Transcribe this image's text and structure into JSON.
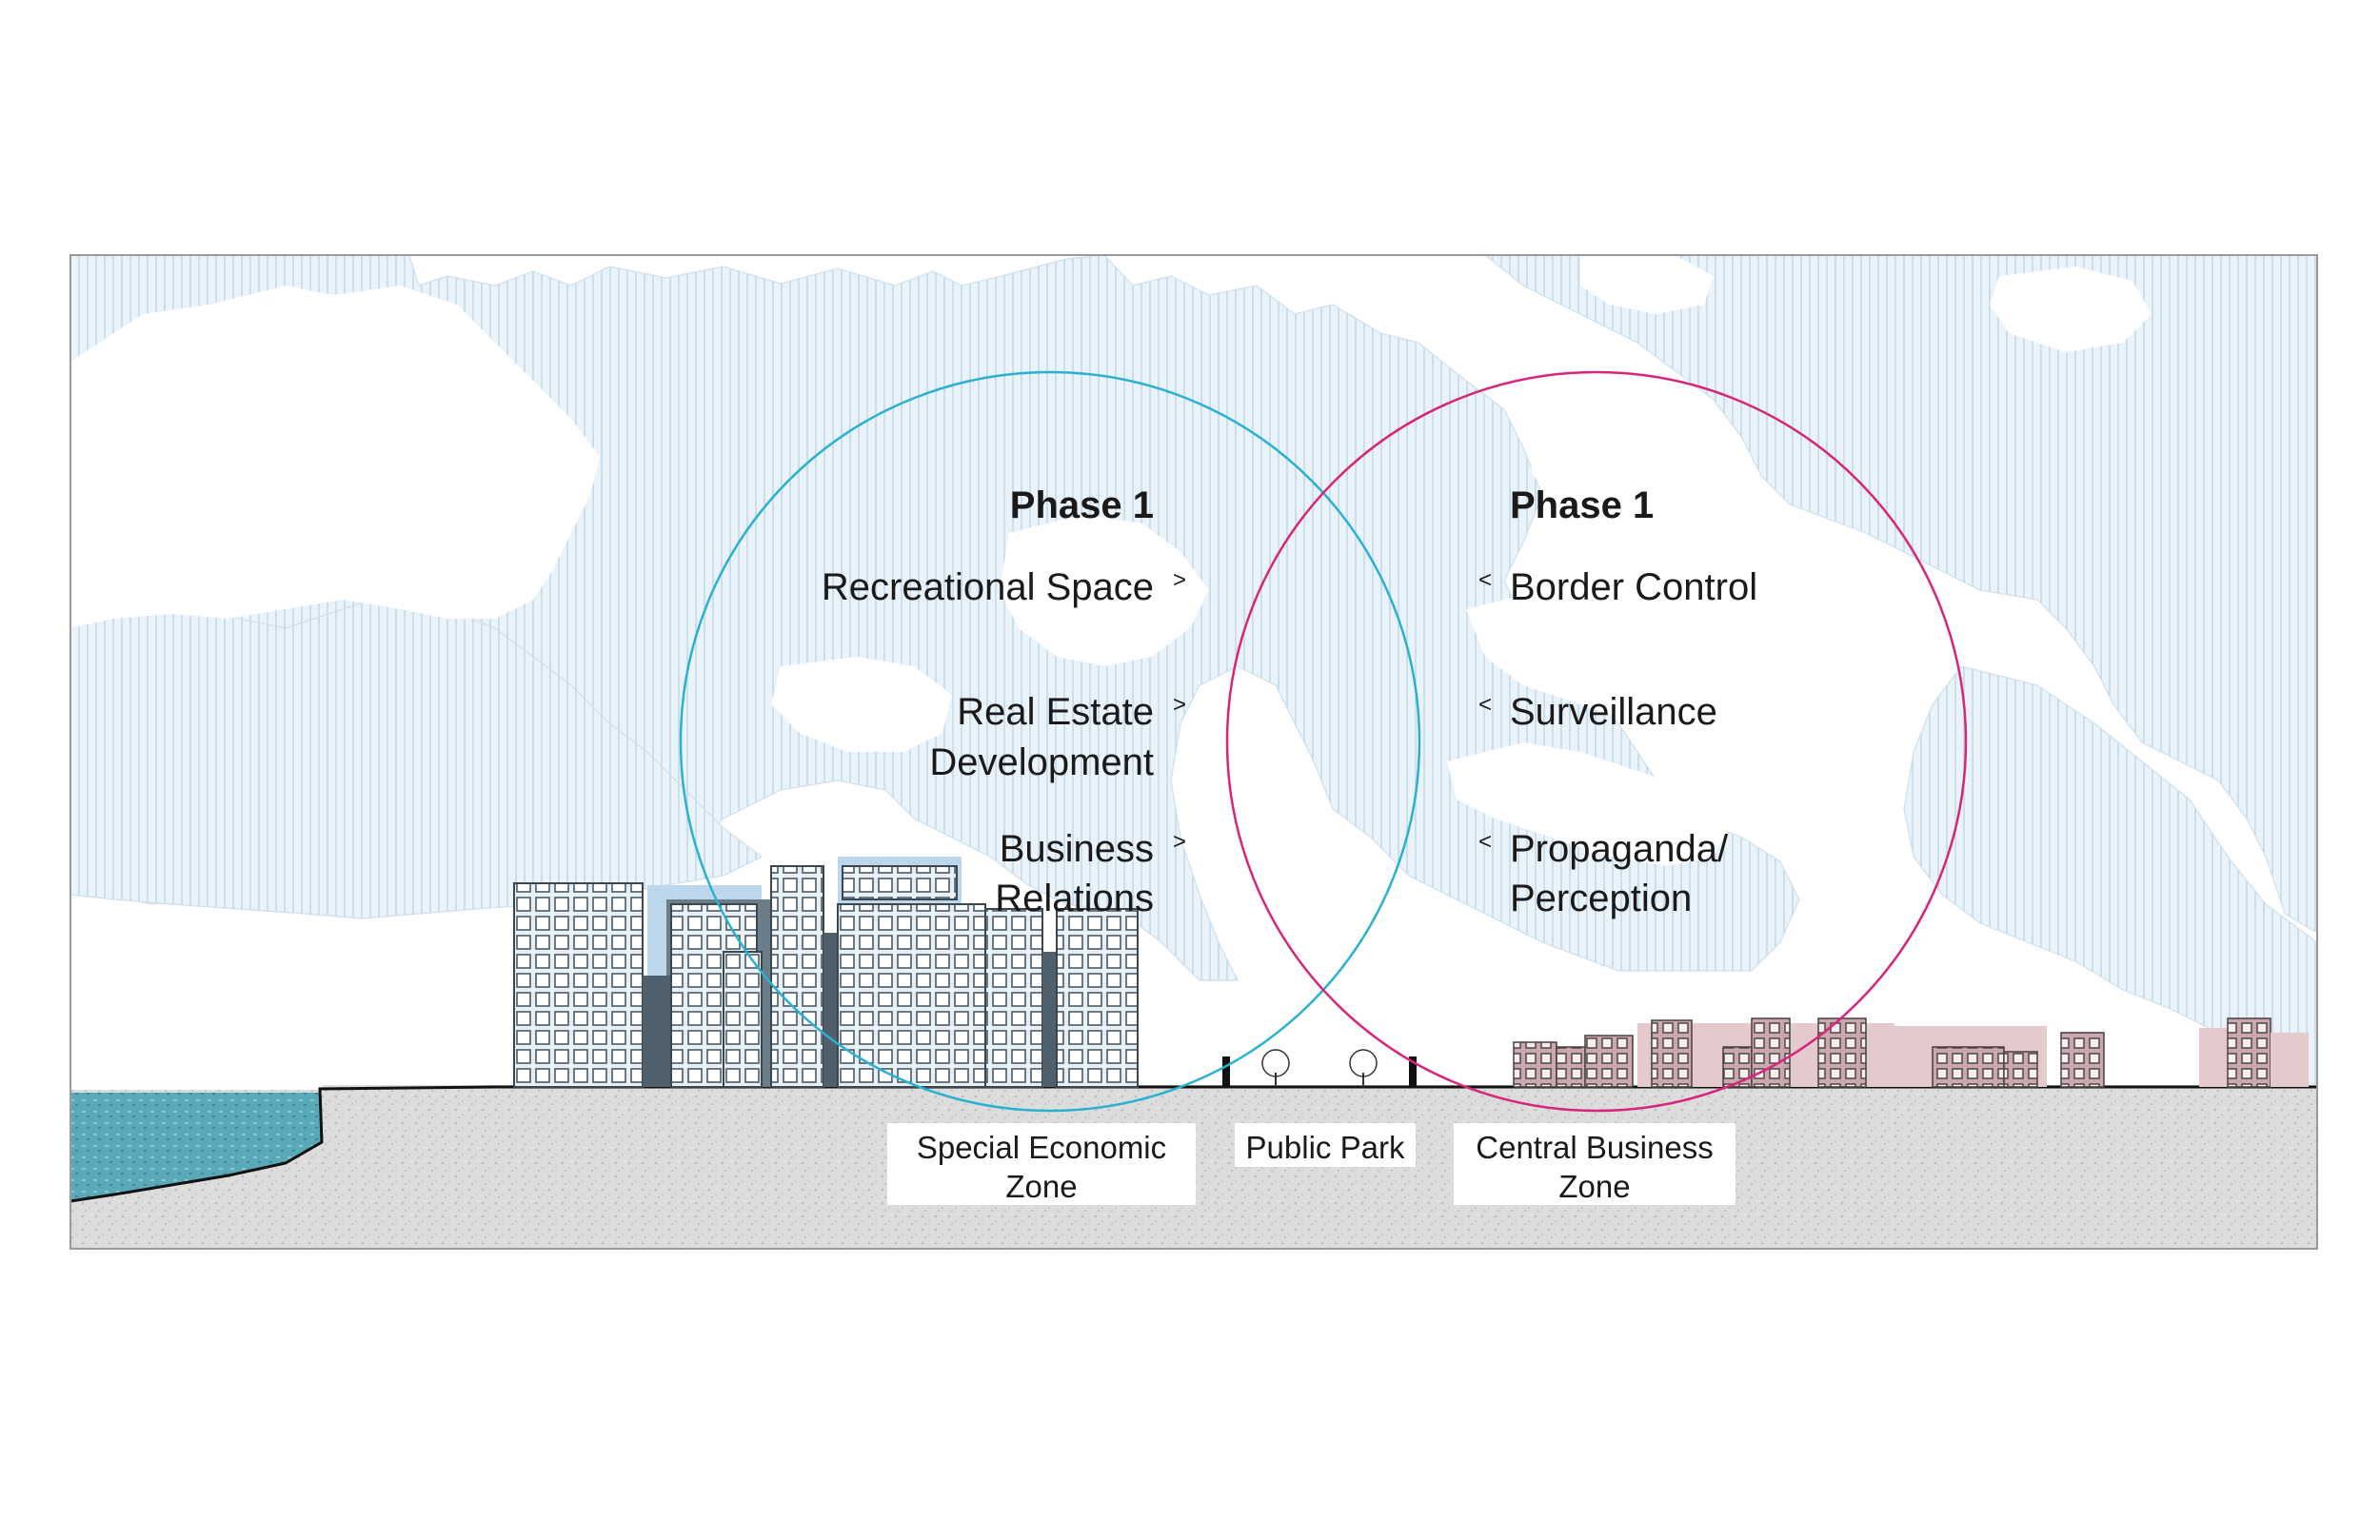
{
  "colors": {
    "sky": "#e6f1f8",
    "sky_stroke": "#b9d4e4",
    "ground": "#d9d9d9",
    "water": "#4fa3b3",
    "left_circle": "#2ab0d0",
    "right_circle": "#d7267a",
    "sez_building": "#cfe0ec",
    "cbd_building": "#e6c8cd"
  },
  "left_phase": {
    "title": "Phase 1",
    "items": [
      {
        "lines": [
          "Recreational Space"
        ],
        "arrow": ">"
      },
      {
        "lines": [
          "Real Estate",
          "Development"
        ],
        "arrow": ">"
      },
      {
        "lines": [
          "Business",
          "Relations"
        ],
        "arrow": ">"
      }
    ]
  },
  "right_phase": {
    "title": "Phase 1",
    "items": [
      {
        "lines": [
          "Border Control"
        ],
        "arrow": "<"
      },
      {
        "lines": [
          "Surveillance"
        ],
        "arrow": "<"
      },
      {
        "lines": [
          "Propaganda/",
          "Perception"
        ],
        "arrow": "<"
      }
    ]
  },
  "zones": {
    "sez": {
      "line1": "Special Economic",
      "line2": "Zone"
    },
    "park": {
      "line1": "Public Park"
    },
    "cbd": {
      "line1": "Central Business",
      "line2": "Zone"
    }
  }
}
